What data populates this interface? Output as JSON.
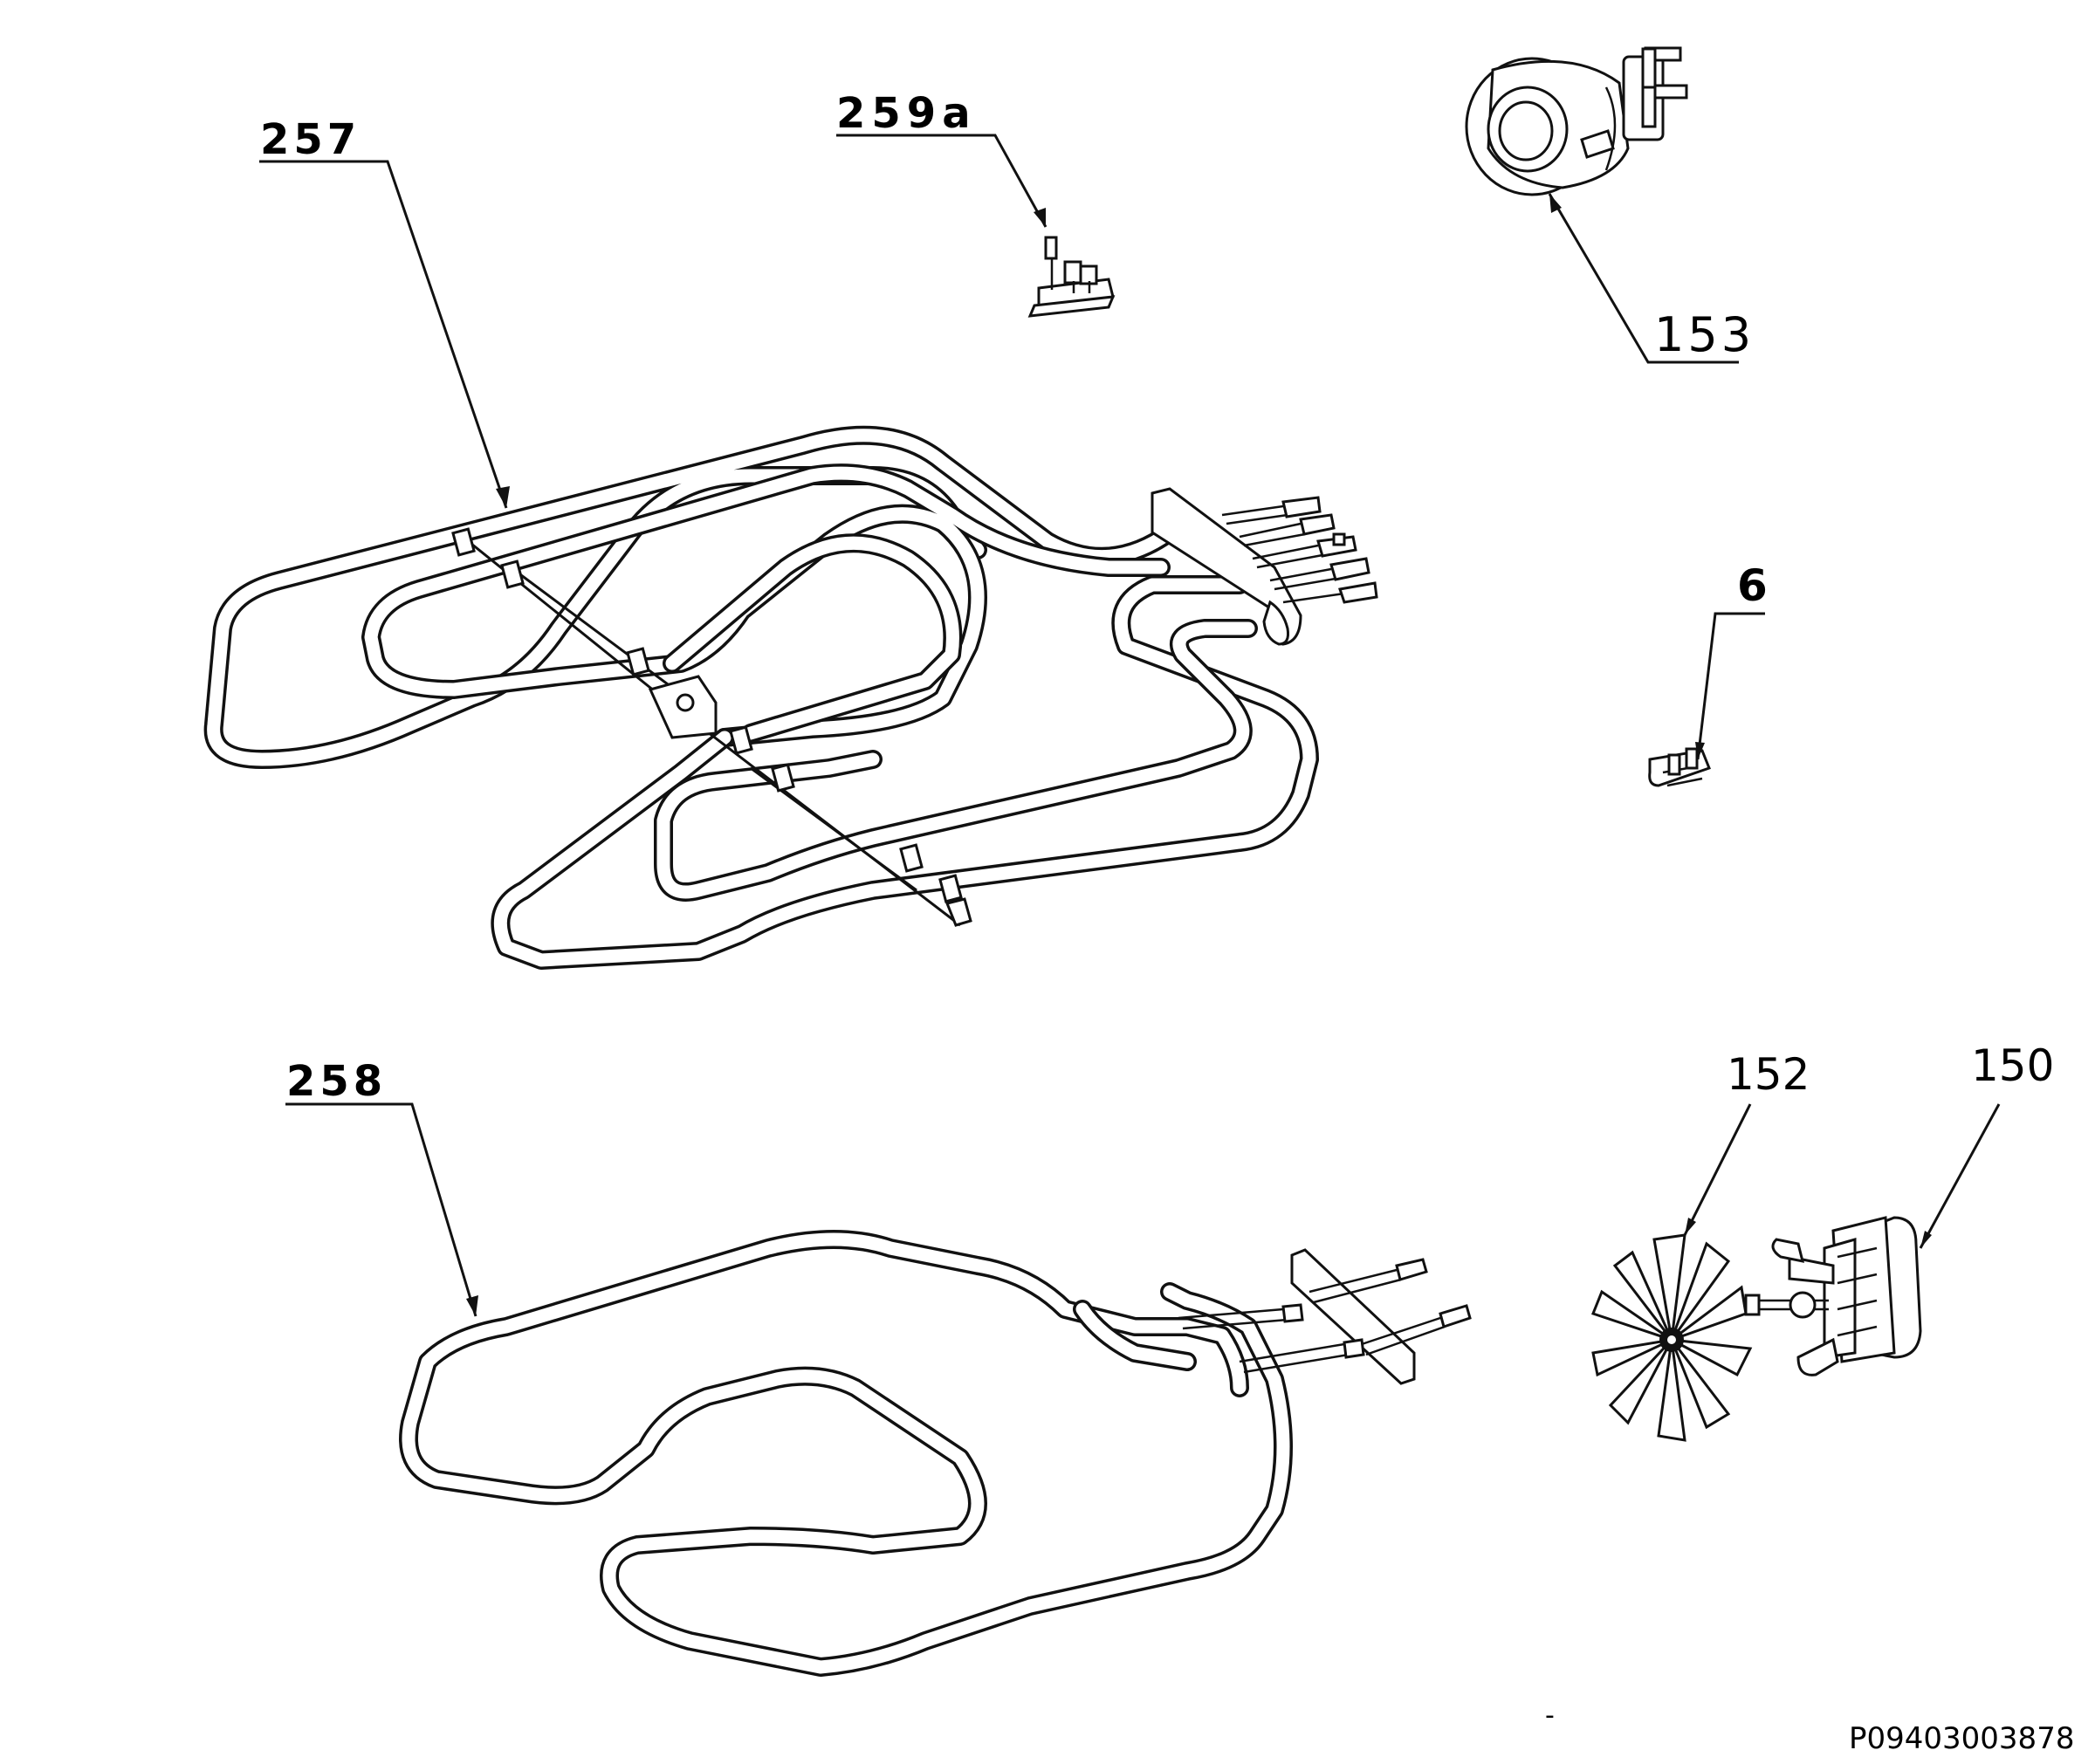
{
  "labels": {
    "item_257": "257",
    "item_259a": "259a",
    "item_153": "153",
    "item_6": "6",
    "item_258": "258",
    "item_152": "152",
    "item_150": "150"
  },
  "footer": {
    "dash": "-",
    "drawing_code": "P09403003878"
  }
}
